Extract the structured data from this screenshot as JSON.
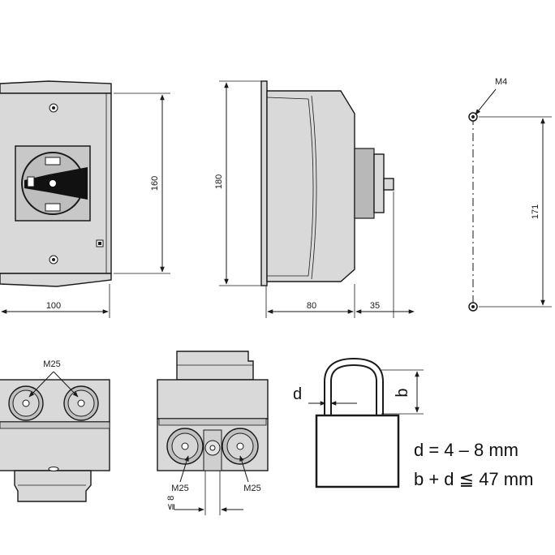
{
  "labels": {
    "front_width": "100",
    "front_height": "160",
    "side_height": "180",
    "side_depth": "80",
    "shaft_depth": "35",
    "mount_thread": "M4",
    "mount_spacing": "171",
    "gland_left": "M25",
    "gland_bottom_left": "M25",
    "gland_bottom_right": "M25",
    "gap": "≦ 8"
  },
  "padlock": {
    "d_label": "d",
    "b_label": "b",
    "spec1": "d = 4 – 8 mm",
    "spec2": "b + d ≦ 47 mm"
  }
}
